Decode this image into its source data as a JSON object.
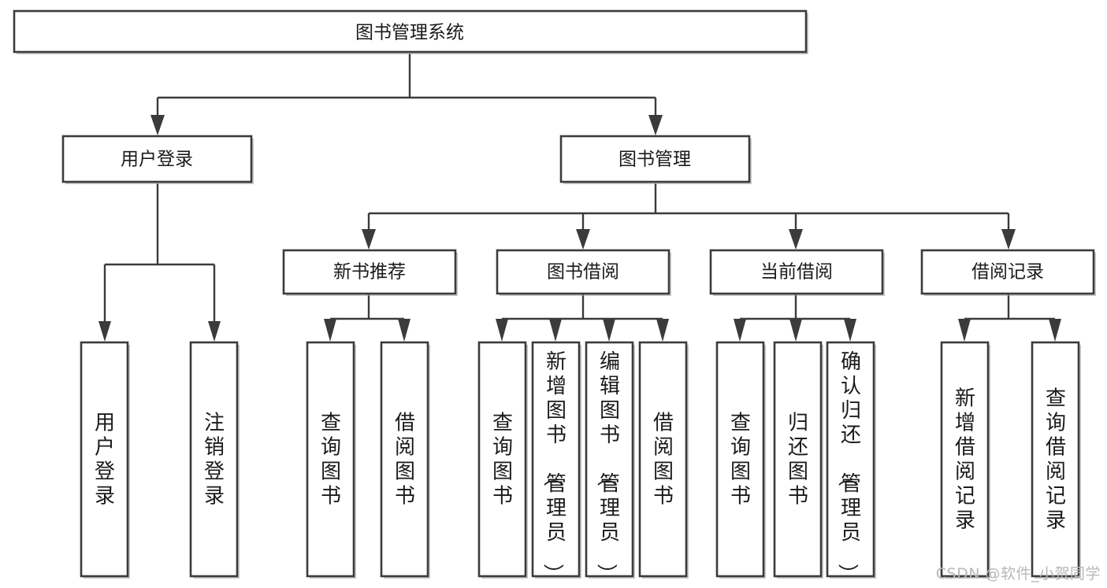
{
  "diagram": {
    "type": "tree-hierarchy",
    "title": "图书管理系统",
    "watermark": "CSDN @软件_小贺同学",
    "colors": {
      "background": "#ffffff",
      "stroke": "#3b3b3b",
      "text": "#1a1a1a",
      "watermark": "#b8b8b8"
    },
    "nodes": {
      "root": {
        "label": "图书管理系统",
        "level": 0,
        "orientation": "horizontal"
      },
      "level1": [
        {
          "id": "user-login",
          "label": "用户登录",
          "orientation": "horizontal"
        },
        {
          "id": "book-manage",
          "label": "图书管理",
          "orientation": "horizontal"
        }
      ],
      "level2": [
        {
          "id": "new-book-recommend",
          "label": "新书推荐",
          "orientation": "horizontal"
        },
        {
          "id": "book-borrow",
          "label": "图书借阅",
          "orientation": "horizontal"
        },
        {
          "id": "current-borrow",
          "label": "当前借阅",
          "orientation": "horizontal"
        },
        {
          "id": "borrow-record",
          "label": "借阅记录",
          "orientation": "horizontal"
        }
      ],
      "leaves": [
        {
          "id": "leaf-user-login",
          "parent": "user-login",
          "label": "用户登录",
          "orientation": "vertical"
        },
        {
          "id": "leaf-user-logout",
          "parent": "user-login",
          "label": "注销登录",
          "orientation": "vertical"
        },
        {
          "id": "leaf-query-book-1",
          "parent": "new-book-recommend",
          "label": "查询图书",
          "orientation": "vertical"
        },
        {
          "id": "leaf-borrow-book-1",
          "parent": "new-book-recommend",
          "label": "借阅图书",
          "orientation": "vertical"
        },
        {
          "id": "leaf-query-book-2",
          "parent": "book-borrow",
          "label": "查询图书",
          "orientation": "vertical"
        },
        {
          "id": "leaf-add-book",
          "parent": "book-borrow",
          "label": "新增图书（管理员）",
          "orientation": "vertical"
        },
        {
          "id": "leaf-edit-book",
          "parent": "book-borrow",
          "label": "编辑图书（管理员）",
          "orientation": "vertical"
        },
        {
          "id": "leaf-borrow-book-2",
          "parent": "book-borrow",
          "label": "借阅图书",
          "orientation": "vertical"
        },
        {
          "id": "leaf-query-book-3",
          "parent": "current-borrow",
          "label": "查询图书",
          "orientation": "vertical"
        },
        {
          "id": "leaf-return-book",
          "parent": "current-borrow",
          "label": "归还图书",
          "orientation": "vertical"
        },
        {
          "id": "leaf-confirm-return",
          "parent": "current-borrow",
          "label": "确认归还（管理员）",
          "orientation": "vertical"
        },
        {
          "id": "leaf-add-record",
          "parent": "borrow-record",
          "label": "新增借阅记录",
          "orientation": "vertical"
        },
        {
          "id": "leaf-query-record",
          "parent": "borrow-record",
          "label": "查询借阅记录",
          "orientation": "vertical"
        }
      ]
    }
  }
}
